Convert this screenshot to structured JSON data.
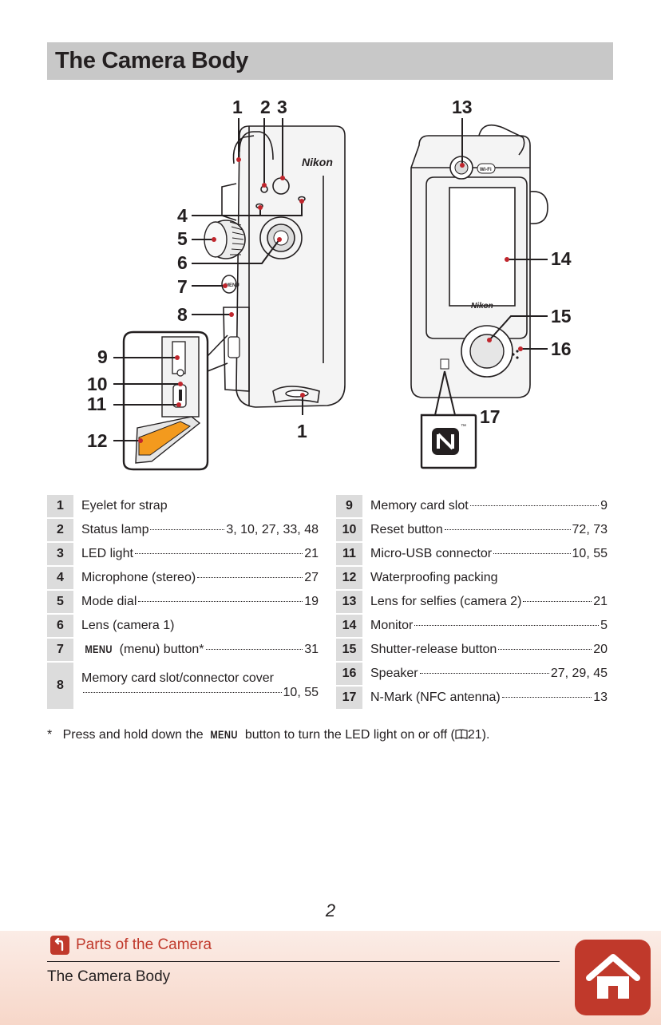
{
  "page": {
    "title": "The Camera Body",
    "page_number": "2"
  },
  "diagram": {
    "callouts_front": [
      "1",
      "2",
      "3",
      "4",
      "5",
      "6",
      "7",
      "8",
      "9",
      "10",
      "11",
      "12",
      "1"
    ],
    "callouts_back": [
      "13",
      "14",
      "15",
      "16",
      "17"
    ],
    "brand_mark": "Nikon",
    "wifi_mark": "Wi-Fi",
    "menu_mark": "MENU",
    "nfc_tm": "™"
  },
  "parts_left": [
    {
      "num": "1",
      "label": "Eyelet for strap",
      "pages": ""
    },
    {
      "num": "2",
      "label": "Status lamp",
      "pages": "3, 10, 27, 33, 48"
    },
    {
      "num": "3",
      "label": "LED light",
      "pages": "21"
    },
    {
      "num": "4",
      "label": "Microphone (stereo)",
      "pages": "27"
    },
    {
      "num": "5",
      "label": "Mode dial",
      "pages": "19"
    },
    {
      "num": "6",
      "label": "Lens (camera 1)",
      "pages": ""
    },
    {
      "num": "7",
      "label_prefix": "MENU",
      "label": " (menu) button*",
      "pages": "31"
    },
    {
      "num": "8",
      "label": "Memory card slot/connector cover",
      "pages": "10, 55"
    }
  ],
  "parts_right": [
    {
      "num": "9",
      "label": "Memory card slot",
      "pages": "9"
    },
    {
      "num": "10",
      "label": "Reset button",
      "pages": "72, 73"
    },
    {
      "num": "11",
      "label": "Micro-USB connector",
      "pages": "10, 55"
    },
    {
      "num": "12",
      "label": "Waterproofing packing",
      "pages": ""
    },
    {
      "num": "13",
      "label": "Lens for selfies (camera 2)",
      "pages": "21"
    },
    {
      "num": "14",
      "label": "Monitor",
      "pages": "5"
    },
    {
      "num": "15",
      "label": "Shutter-release button",
      "pages": "20"
    },
    {
      "num": "16",
      "label": "Speaker",
      "pages": "27, 29, 45"
    },
    {
      "num": "17",
      "label": "N-Mark (NFC antenna)",
      "pages": "13"
    }
  ],
  "footnote": {
    "marker": "*",
    "text_before": "Press and hold down the",
    "menu_word": "MENU",
    "text_after": "button to turn the LED light on or off (",
    "ref_page": "21",
    "text_end": ")."
  },
  "footer": {
    "back_label": "Parts of the Camera",
    "section_label": "The Camera Body"
  },
  "colors": {
    "accent": "#c0392b",
    "title_bar": "#c8c8c8",
    "number_cell": "#dcdcdc",
    "footer_gradient_top": "#fbece6",
    "footer_gradient_bottom": "#f7d7c9",
    "callout_dot": "#c0262d",
    "card_orange": "#f39a1e"
  },
  "icons": {
    "back": "return-arrow-icon",
    "home": "home-icon",
    "reference": "book-icon",
    "nfc": "n-mark-icon"
  }
}
